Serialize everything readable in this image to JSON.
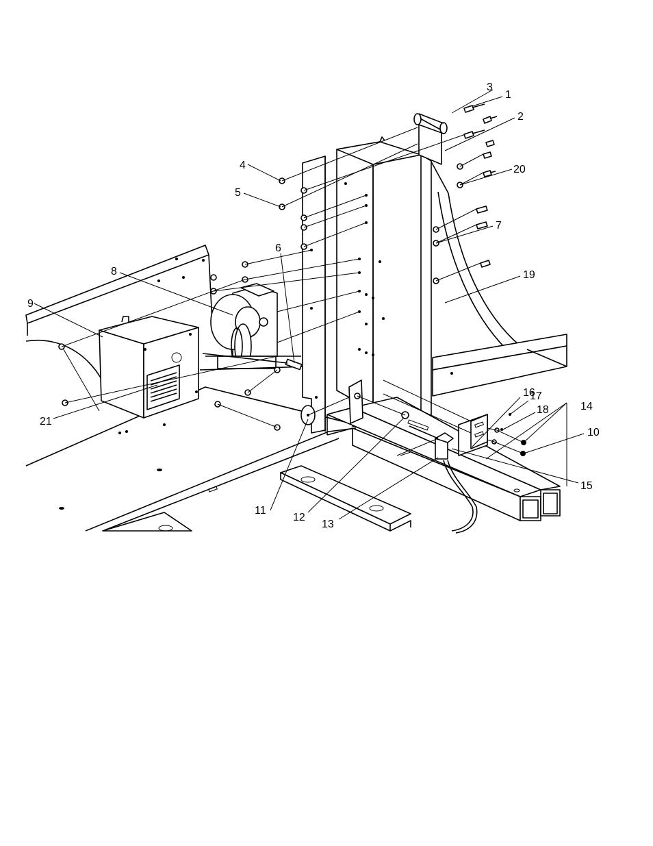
{
  "diagram": {
    "callouts": [
      {
        "id": "callout-1",
        "label": "1"
      },
      {
        "id": "callout-2",
        "label": "2"
      },
      {
        "id": "callout-3",
        "label": "3"
      },
      {
        "id": "callout-4",
        "label": "4"
      },
      {
        "id": "callout-5",
        "label": "5"
      },
      {
        "id": "callout-6",
        "label": "6"
      },
      {
        "id": "callout-7",
        "label": "7"
      },
      {
        "id": "callout-8",
        "label": "8"
      },
      {
        "id": "callout-9",
        "label": "9"
      },
      {
        "id": "callout-10",
        "label": "10"
      },
      {
        "id": "callout-11",
        "label": "11"
      },
      {
        "id": "callout-12",
        "label": "12"
      },
      {
        "id": "callout-13",
        "label": "13"
      },
      {
        "id": "callout-14",
        "label": "14"
      },
      {
        "id": "callout-15",
        "label": "15"
      },
      {
        "id": "callout-16",
        "label": "16"
      },
      {
        "id": "callout-17",
        "label": "17"
      },
      {
        "id": "callout-18",
        "label": "18"
      },
      {
        "id": "callout-19",
        "label": "19"
      },
      {
        "id": "callout-20",
        "label": "20"
      },
      {
        "id": "callout-21",
        "label": "21"
      }
    ]
  }
}
